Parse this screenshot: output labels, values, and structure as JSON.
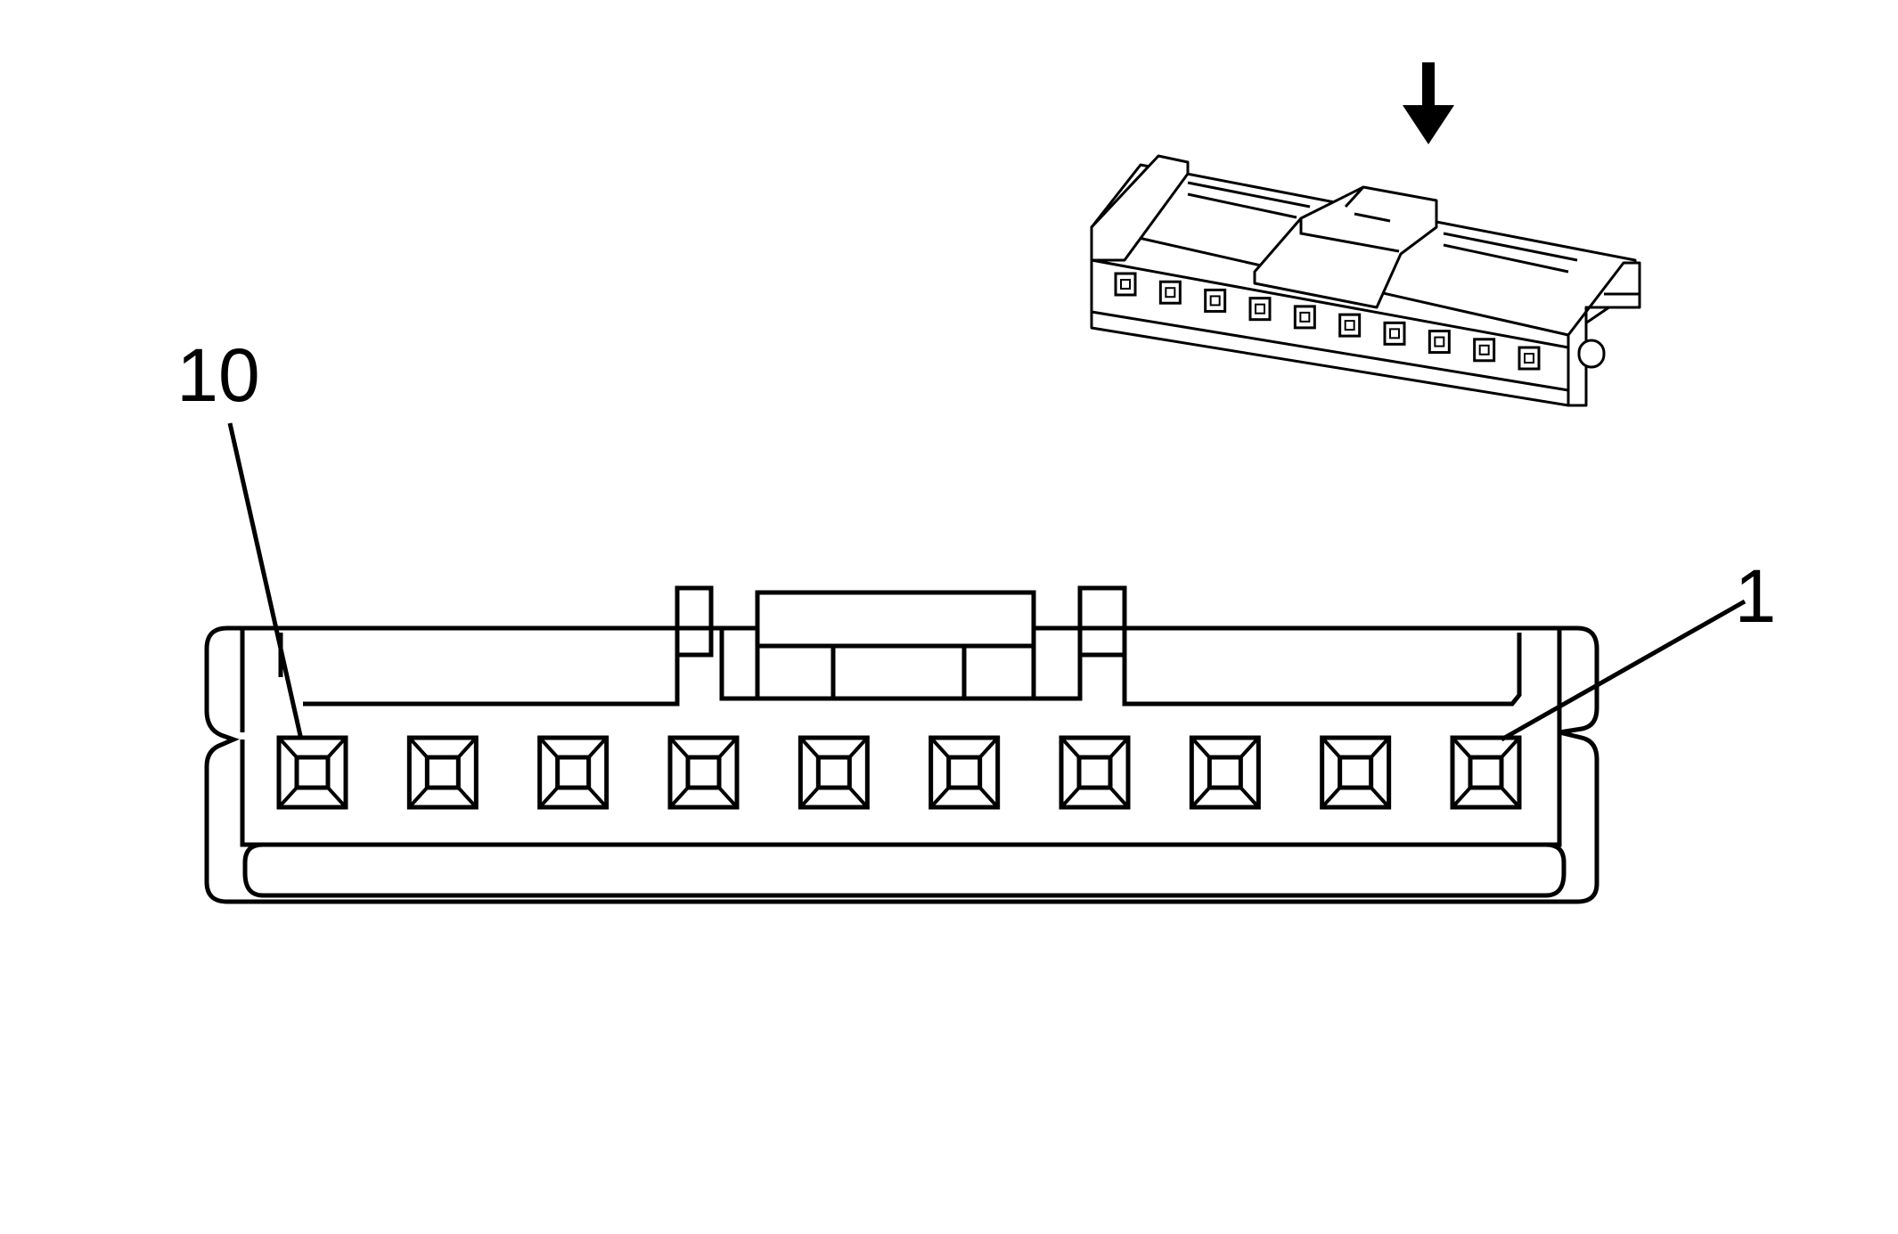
{
  "diagram": {
    "labels": {
      "pin_last": "10",
      "pin_first": "1"
    },
    "pin_count": 10,
    "colors": {
      "line": "#000000",
      "background": "#ffffff"
    },
    "icons": [
      "down-arrow-icon"
    ]
  }
}
